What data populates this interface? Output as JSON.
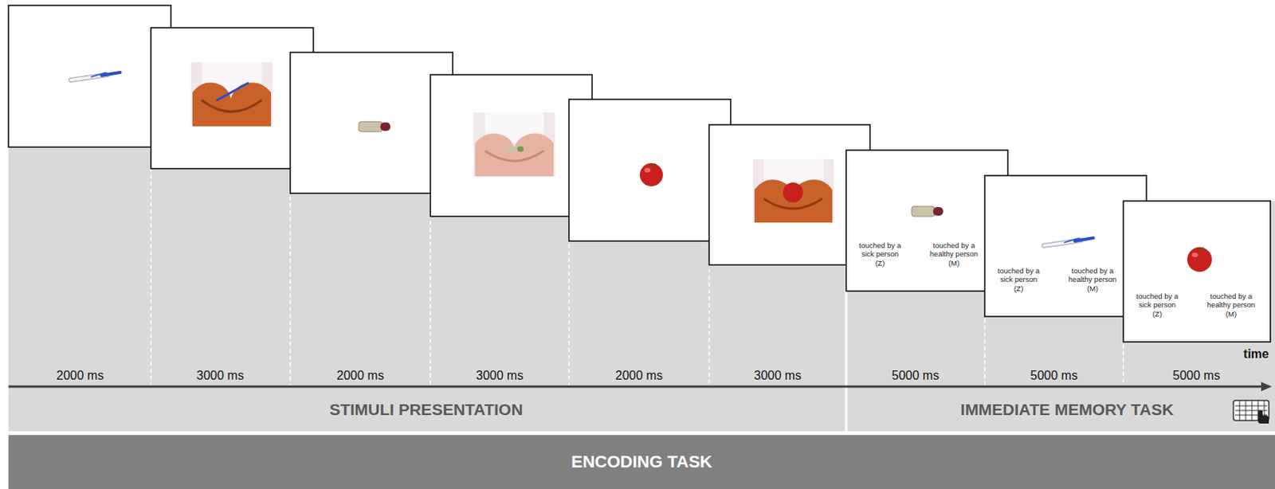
{
  "diagram": {
    "nodes": [
      {
        "text": [
          "STIMULI PRESENTATION"
        ]
      },
      {
        "text": [
          "IMMEDIATE MEMORY TASK"
        ]
      },
      {
        "text": [
          "ENCODING TASK"
        ]
      },
      {
        "text": [
          "touched by a sick person (Z)",
          "touched by a healthy person (M)"
        ]
      },
      {
        "text": [
          "touched by a sick person (Z)",
          "touched by a healthy person (M)"
        ]
      },
      {
        "text": [
          "touched by a sick person (Z)",
          "touched by a healthy person (M)"
        ]
      }
    ],
    "labels": [
      "2000 ms",
      "3000 ms",
      "2000 ms",
      "3000 ms",
      "2000 ms",
      "3000 ms",
      "5000 ms",
      "5000 ms",
      "5000 ms",
      "time"
    ]
  }
}
